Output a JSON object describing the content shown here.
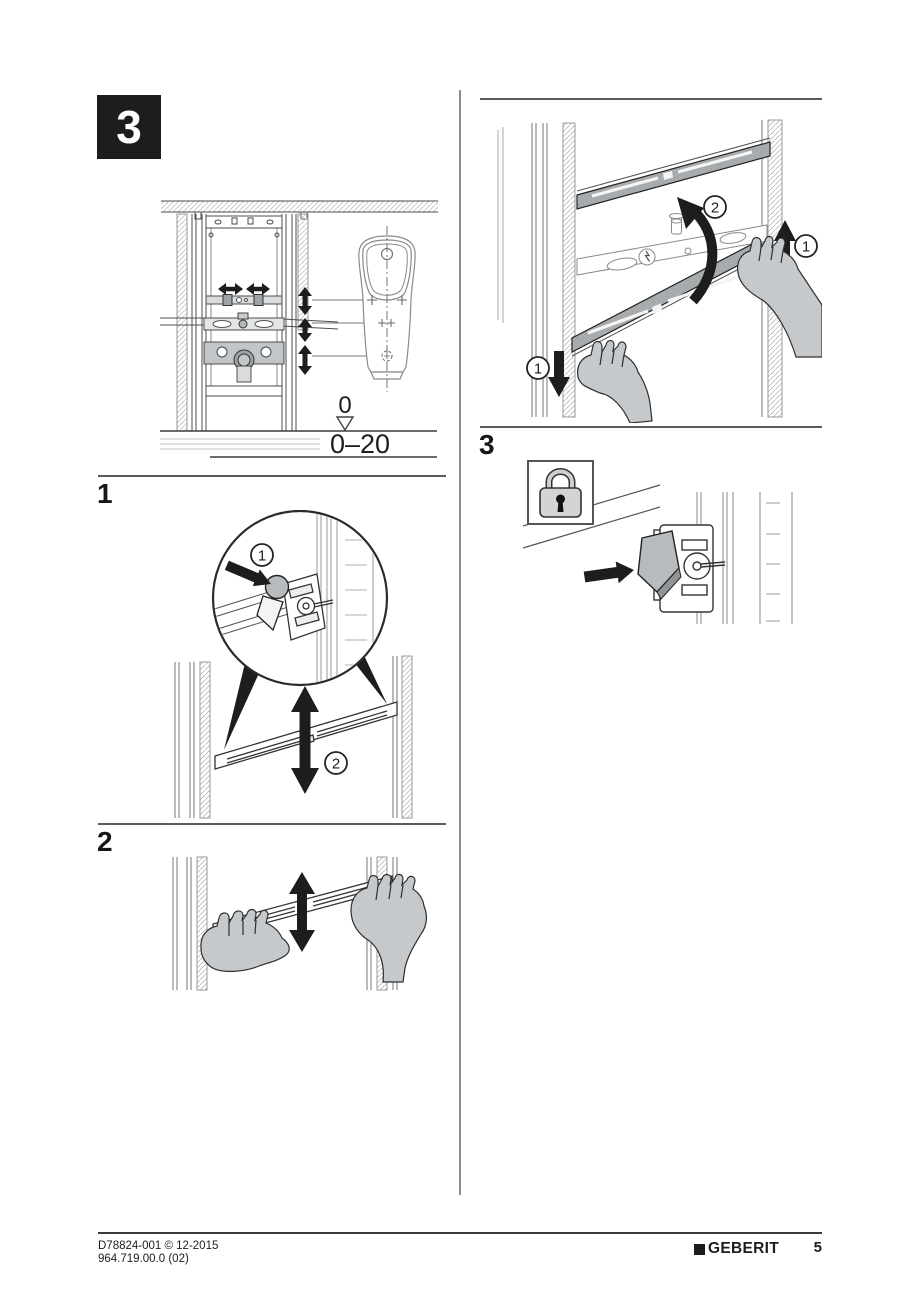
{
  "colors": {
    "ink": "#1d1d1b",
    "diagram_line": "#4a4a4a",
    "metal_gray": "#a7abad",
    "hand_gray": "#c6c9cb",
    "paper": "#ffffff"
  },
  "page": {
    "step_badge": "3"
  },
  "left_column": {
    "overview_figure": {
      "zero_mark": "0",
      "height_range": "0–20"
    },
    "section_1": {
      "label": "1",
      "callout_press_button": "1",
      "callout_move_rail": "2"
    },
    "section_2": {
      "label": "2"
    }
  },
  "right_column": {
    "insert_figure": {
      "callout_lower_rail": "1",
      "callout_swing_up": "2",
      "callout_upper_rail": "1"
    },
    "section_3": {
      "label": "3",
      "lock_icon": "padlock-locked"
    }
  },
  "footer": {
    "doc_id": "D78824-001 © 12-2015",
    "article_no": "964.719.00.0 (02)",
    "brand": "GEBERIT",
    "page_number": "5"
  }
}
